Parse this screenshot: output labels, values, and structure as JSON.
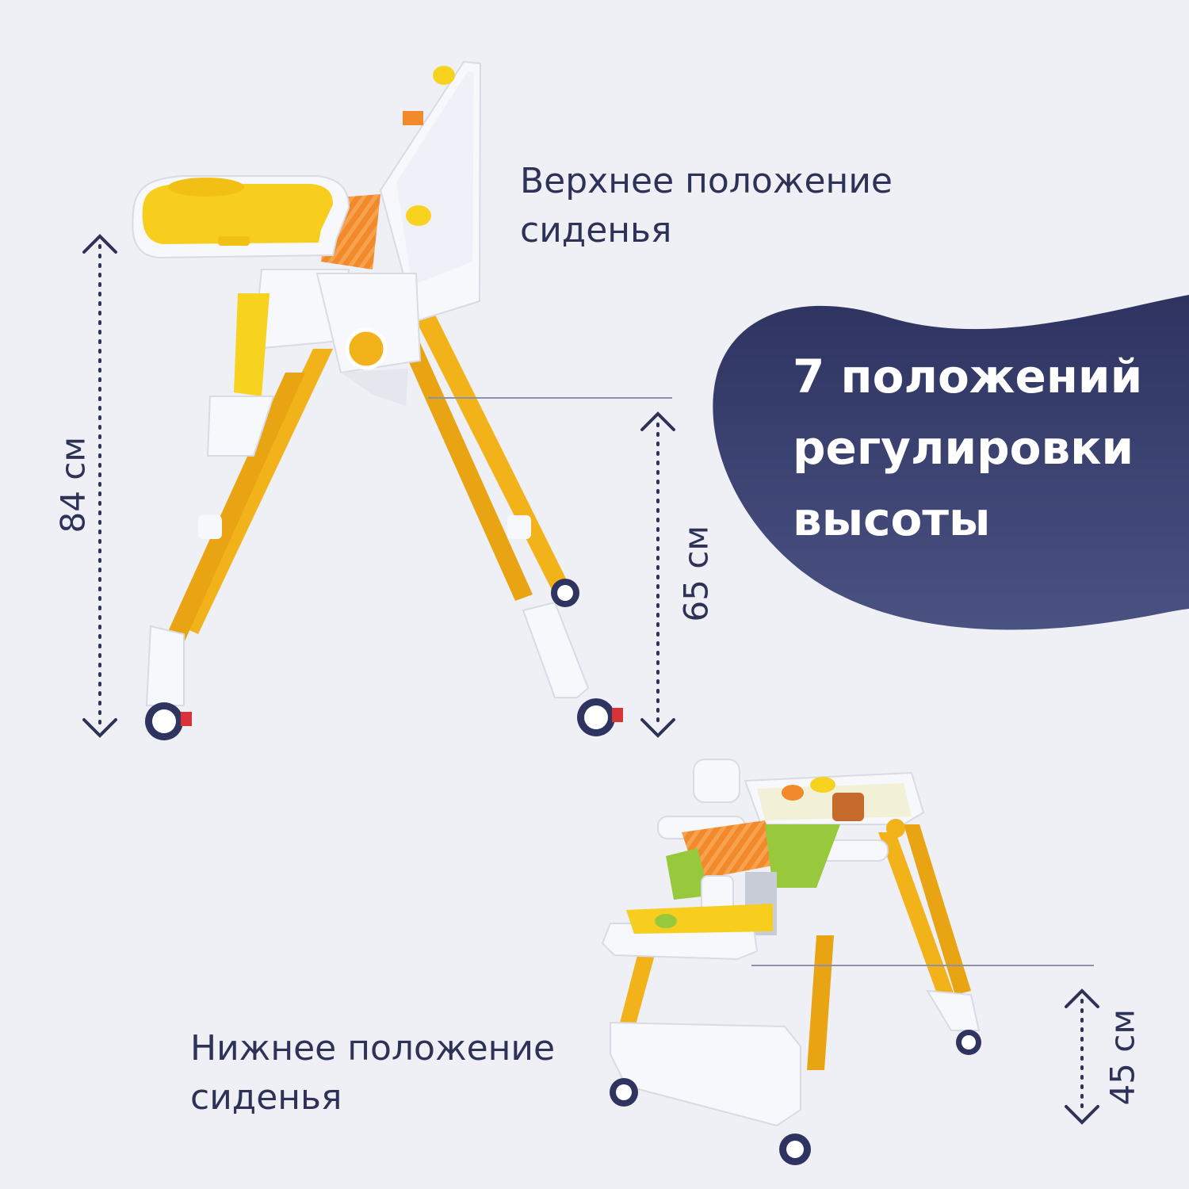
{
  "captions": {
    "top_line1": "Верхнее положение",
    "top_line2": "сиденья",
    "bottom_line1": "Нижнее положение",
    "bottom_line2": "сиденья"
  },
  "badge": {
    "line1": "7 положений",
    "line2": "регулировки",
    "line3": "высоты",
    "color": "#353b6b"
  },
  "dimensions": {
    "total_height": "84 см",
    "seat_high": "65 см",
    "seat_low": "45 см"
  },
  "colors": {
    "frame_yellow": "#f2b21a",
    "plastic_white": "#f7f8fb",
    "text_navy": "#2d3256"
  }
}
